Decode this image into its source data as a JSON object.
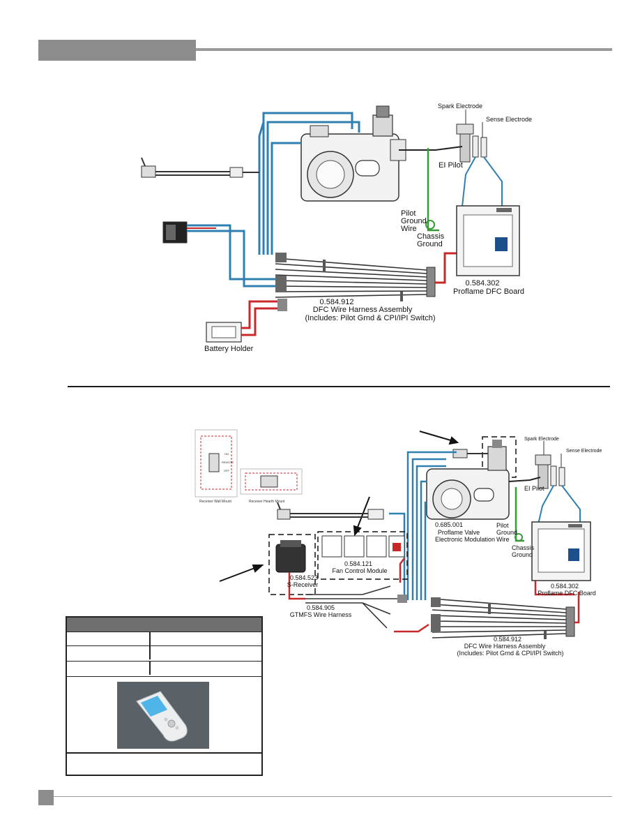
{
  "colors": {
    "wire_blue": "#2f7fb0",
    "wire_red": "#c8282a",
    "wire_green": "#3a9a3a",
    "header_gray": "#8c8c8c"
  },
  "diagram1": {
    "labels": {
      "spark_electrode": "Spark Electrode",
      "sense_electrode": "Sense Electrode",
      "ei_pilot": "EI Pilot",
      "pilot_ground_wire": [
        "Pilot",
        "Ground",
        "Wire"
      ],
      "chassis_ground": [
        "Chassis",
        "Ground"
      ],
      "board_part": "0.584.302",
      "board_name": "Proflame DFC Board",
      "harness_part": "0.584.912",
      "harness_name": "DFC Wire Harness Assembly",
      "harness_note": "(Includes: Pilot Grnd & CPI/IPI Switch)",
      "battery_holder": "Battery Holder"
    }
  },
  "diagram2": {
    "labels": {
      "spark_electrode": "Spark Electrode",
      "sense_electrode": "Sense Electrode",
      "ei_pilot": "EI Pilot",
      "valve_part": "0.685.001",
      "valve_name": "Proflame Valve",
      "valve_sub": "Electronic Modulation",
      "pilot_ground_wire": [
        "Pilot",
        "Ground",
        "Wire"
      ],
      "chassis_ground": [
        "Chassis",
        "Ground"
      ],
      "board_part": "0.584.302",
      "board_name": "Proflame DFC Board",
      "fan_part": "0.584.121",
      "fan_name": "Fan Control Module",
      "receiver_part": "0.584.523",
      "receiver_name": "S-Receiver",
      "gtmfs_part": "0.584.905",
      "gtmfs_name": "GTMFS Wire Harness",
      "harness_part": "0.584.912",
      "harness_name": "DFC Wire Harness Assembly",
      "harness_note": "(Includes: Pilot Grnd & CPI/IPI Switch)",
      "receiver_wall_mount": "Receiver Wall Mount",
      "receiver_hearth_mount": "Receiver Hearth Mount",
      "mount_on": "ON",
      "mount_remote": "REMOTE",
      "mount_off": "OFF"
    }
  }
}
